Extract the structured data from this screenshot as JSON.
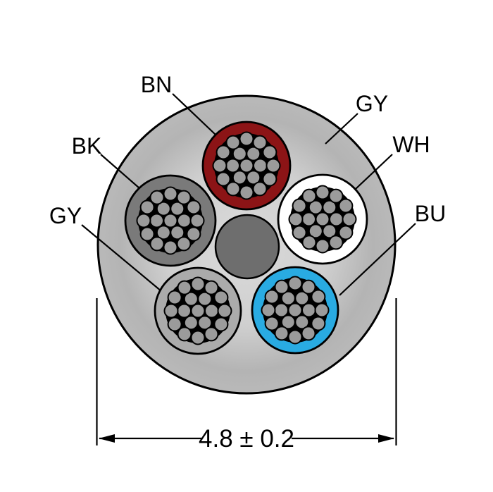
{
  "diagram": {
    "kind": "cable-cross-section",
    "dimension": {
      "label": "4.8 ± 0.2"
    },
    "jacket": {
      "label": "GY",
      "color": "#b9b9b9"
    },
    "filler": {
      "color": "#6e6e6e"
    },
    "strand_color": "#9b9b9b",
    "line_color": "#000000",
    "conductors": [
      {
        "label": "BN",
        "color": "#8c1416",
        "position": "top"
      },
      {
        "label": "WH",
        "color": "#ffffff",
        "position": "right"
      },
      {
        "label": "BU",
        "color": "#29abe2",
        "position": "bottom-right"
      },
      {
        "label": "GY",
        "color": "#ababab",
        "position": "bottom-left"
      },
      {
        "label": "BK",
        "color": "#7a7a7a",
        "position": "left"
      }
    ]
  }
}
